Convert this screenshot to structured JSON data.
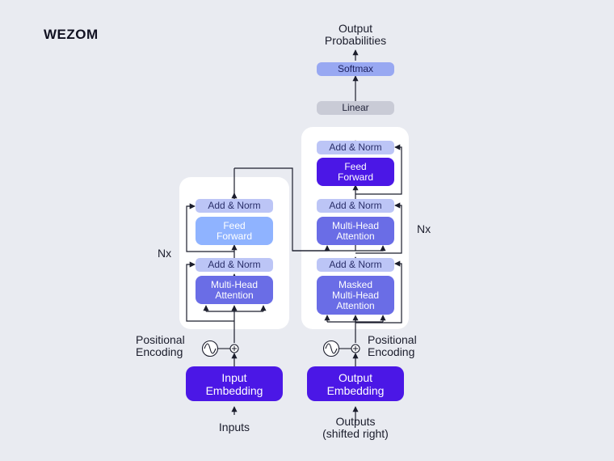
{
  "logo": "WEZOM",
  "encoder": {
    "add_norm_top": "Add & Norm",
    "feed_forward": "Feed\nForward",
    "add_norm_bottom": "Add & Norm",
    "multi_head": "Multi-Head\nAttention",
    "nx": "Nx",
    "positional_encoding": "Positional\nEncoding",
    "embedding": "Input\nEmbedding",
    "input_label": "Inputs"
  },
  "decoder": {
    "add_norm_top": "Add & Norm",
    "feed_forward": "Feed\nForward",
    "add_norm_mid": "Add & Norm",
    "multi_head": "Multi-Head\nAttention",
    "add_norm_bottom": "Add & Norm",
    "masked_multi_head": "Masked\nMulti-Head\nAttention",
    "nx": "Nx",
    "positional_encoding": "Positional\nEncoding",
    "embedding": "Output\nEmbedding",
    "input_label": "Outputs\n(shifted right)"
  },
  "head": {
    "linear": "Linear",
    "softmax": "Softmax",
    "output_label": "Output\nProbabilities"
  },
  "colors": {
    "background": "#e9ebf1",
    "add_norm": "#bcc5f6",
    "encoder_feed_forward": "#8fb3ff",
    "multi_head": "#6a6de6",
    "decoder_feed_forward": "#4b17e6",
    "embedding": "#4b17e6",
    "linear": "#c9cbd6",
    "softmax": "#98a8f2"
  },
  "icons": {
    "sine": "sine-wave-icon",
    "add": "plus-circle-icon"
  }
}
